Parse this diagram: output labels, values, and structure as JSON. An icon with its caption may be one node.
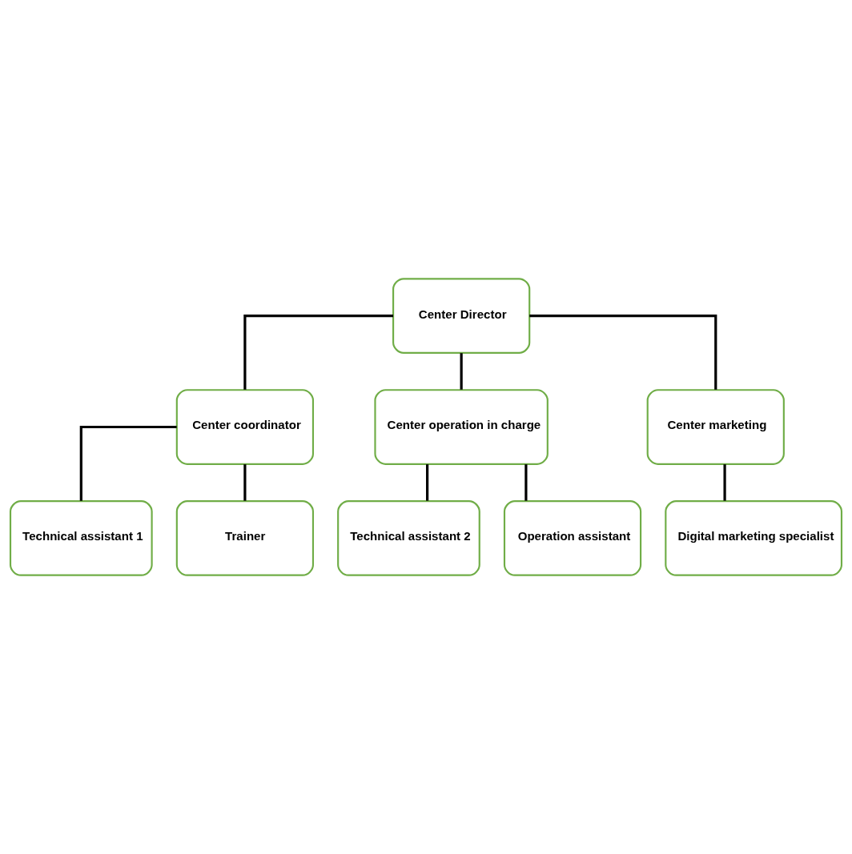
{
  "diagram": {
    "nodes": [
      {
        "text": [
          "Center Director"
        ]
      },
      {
        "text": [
          "Center coordinator"
        ]
      },
      {
        "text": [
          "Center operation in charge"
        ]
      },
      {
        "text": [
          "Center marketing"
        ]
      },
      {
        "text": [
          "Technical assistant 1"
        ]
      },
      {
        "text": [
          "Trainer"
        ]
      },
      {
        "text": [
          "Technical assistant 2"
        ]
      },
      {
        "text": [
          "Operation assistant"
        ]
      },
      {
        "text": [
          "Digital marketing specialist"
        ]
      }
    ],
    "edges": [
      {
        "from": 0,
        "to": 1,
        "arrow": "none"
      },
      {
        "from": 0,
        "to": 2,
        "arrow": "none"
      },
      {
        "from": 0,
        "to": 3,
        "arrow": "none"
      },
      {
        "from": 1,
        "to": 4,
        "arrow": "none"
      },
      {
        "from": 1,
        "to": 5,
        "arrow": "none"
      },
      {
        "from": 2,
        "to": 6,
        "arrow": "none"
      },
      {
        "from": 2,
        "to": 7,
        "arrow": "none"
      },
      {
        "from": 3,
        "to": 8,
        "arrow": "none"
      }
    ]
  }
}
